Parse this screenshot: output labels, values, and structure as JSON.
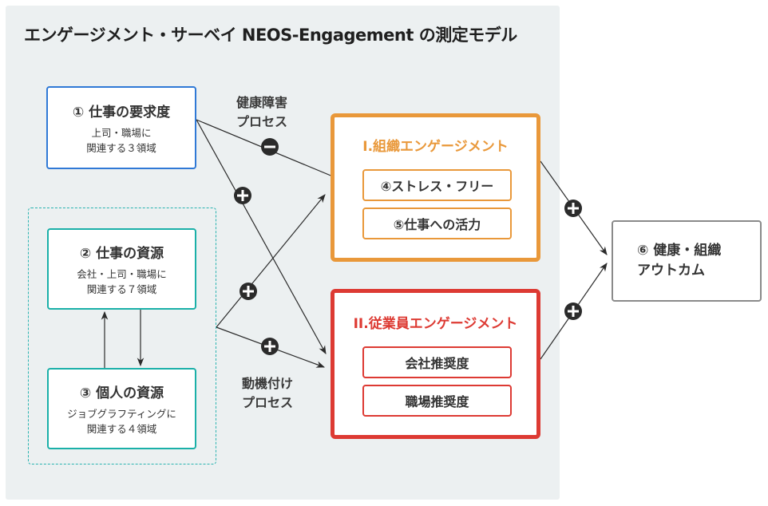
{
  "title": "エンゲージメント・サーベイ NEOS-Engagement の測定モデル",
  "colors": {
    "panel_bg": "#ecf0f1",
    "demand_blue": "#2f79d6",
    "resource_teal": "#1ab0a8",
    "org_orange": "#e9983a",
    "emp_red": "#dd3a33",
    "outcome_gray": "#8a8a8a",
    "sign_badge": "#2b2b2b"
  },
  "inputs": [
    {
      "head": "① 仕事の要求度",
      "sub": [
        "上司・職場に",
        "関連する３領域"
      ]
    },
    {
      "head": "② 仕事の資源",
      "sub": [
        "会社・上司・職場に",
        "関連する７領域"
      ]
    },
    {
      "head": "③ 個人の資源",
      "sub": [
        "ジョブグラフティングに",
        "関連する４領域"
      ]
    }
  ],
  "processes": {
    "health_impairment": [
      "健康障害",
      "プロセス"
    ],
    "motivation": [
      "動機付け",
      "プロセス"
    ]
  },
  "engagement": {
    "organization": {
      "title": "I.組織エンゲージメント",
      "items": [
        "④ストレス・フリー",
        "⑤仕事への活力"
      ]
    },
    "employee": {
      "title": "II.従業員エンゲージメント",
      "items": [
        "会社推奨度",
        "職場推奨度"
      ]
    }
  },
  "outcome": {
    "lines": [
      "⑥ 健康・組織",
      "アウトカム"
    ]
  },
  "signs": {
    "demand_to_org": "minus",
    "demand_to_emp": "plus",
    "resources_to_org": "plus",
    "resources_to_emp": "plus",
    "org_to_outcome": "plus",
    "emp_to_outcome": "plus"
  }
}
